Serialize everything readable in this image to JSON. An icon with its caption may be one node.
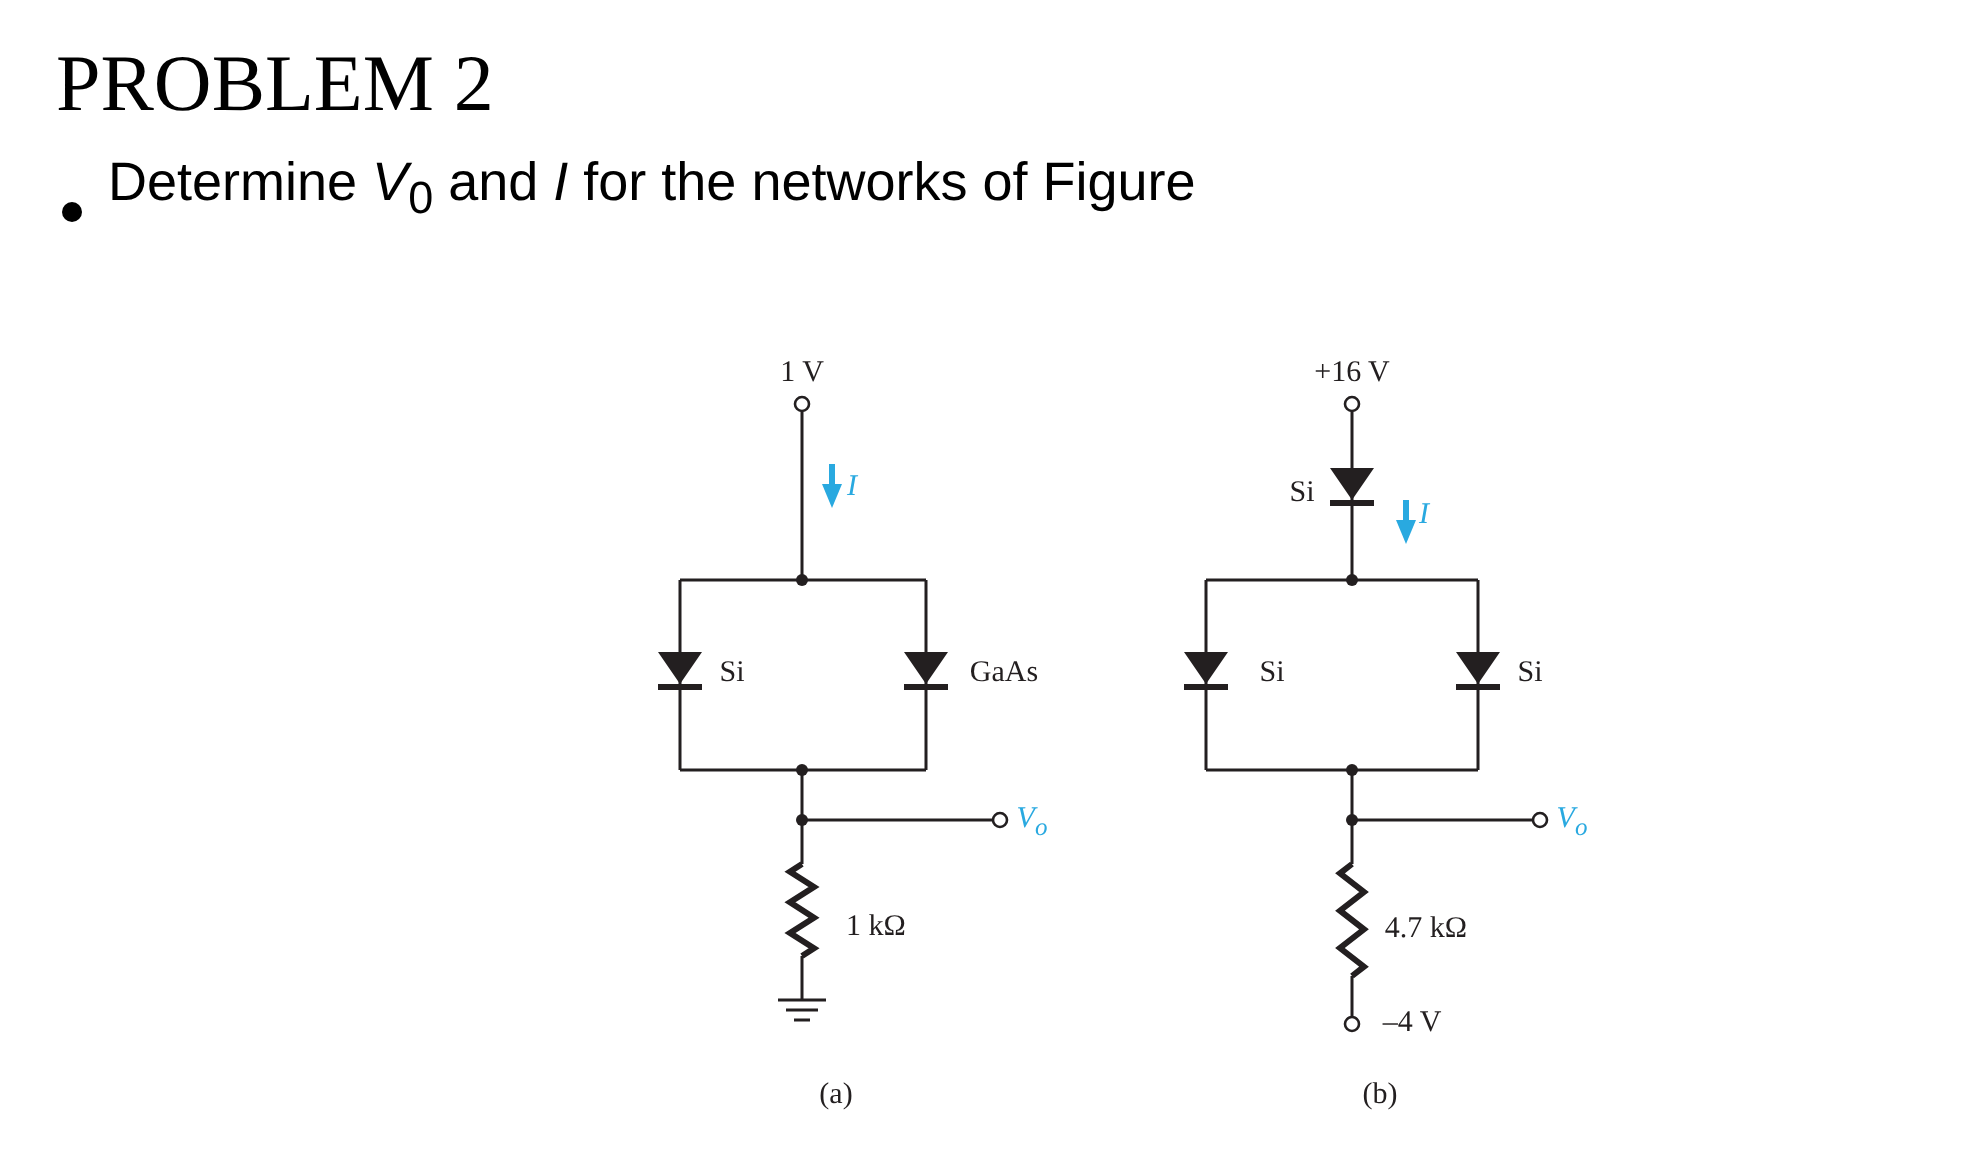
{
  "diagram": {
    "title": "PROBLEM 2",
    "labels": [
      "Determine *V*$_{0}$ and *I* for the networks of Figure",
      "1 V",
      "I",
      "Si",
      "GaAs",
      "V$_{o}$",
      "1 kΩ",
      "(a)",
      "+16 V",
      "Si",
      "I",
      "Si",
      "Si",
      "V$_{o}$",
      "4.7 kΩ",
      "–4 V",
      "(b)"
    ]
  }
}
